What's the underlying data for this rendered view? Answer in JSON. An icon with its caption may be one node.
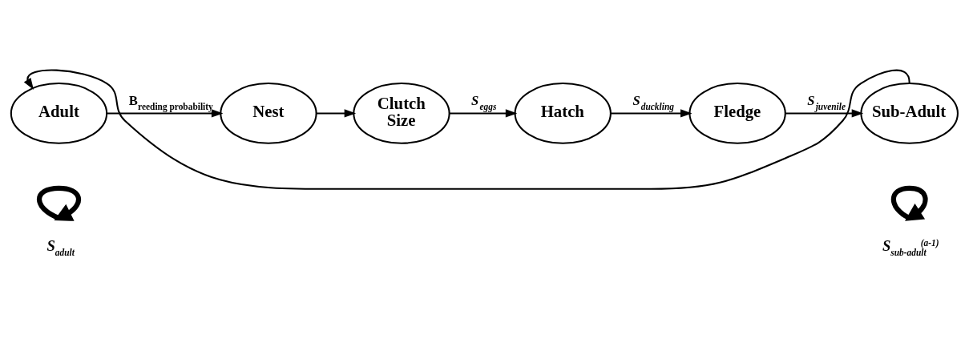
{
  "diagram": {
    "nodes": [
      {
        "text": [
          "Adult"
        ]
      },
      {
        "text": [
          "Nest"
        ]
      },
      {
        "text": [
          "Clutch Size"
        ]
      },
      {
        "text": [
          "Hatch"
        ]
      },
      {
        "text": [
          "Fledge"
        ]
      },
      {
        "text": [
          "Sub-Adult"
        ]
      }
    ],
    "edges": [
      {
        "from": 0,
        "to": 1,
        "arrow": "to",
        "label": "B$_{reeding probability}$"
      },
      {
        "from": 1,
        "to": 2,
        "arrow": "to"
      },
      {
        "from": 2,
        "to": 3,
        "arrow": "to",
        "label": "S$_{eggs}$"
      },
      {
        "from": 3,
        "to": 4,
        "arrow": "to",
        "label": "S$_{duckling}$"
      },
      {
        "from": 4,
        "to": 5,
        "arrow": "to",
        "label": "S$_{juvenile}$"
      },
      {
        "from": 5,
        "to": 0,
        "arrow": "to"
      }
    ],
    "labels": [
      "S$_{adult}$",
      "S$_{sub-adult}$$^{(a-1)}$"
    ]
  }
}
